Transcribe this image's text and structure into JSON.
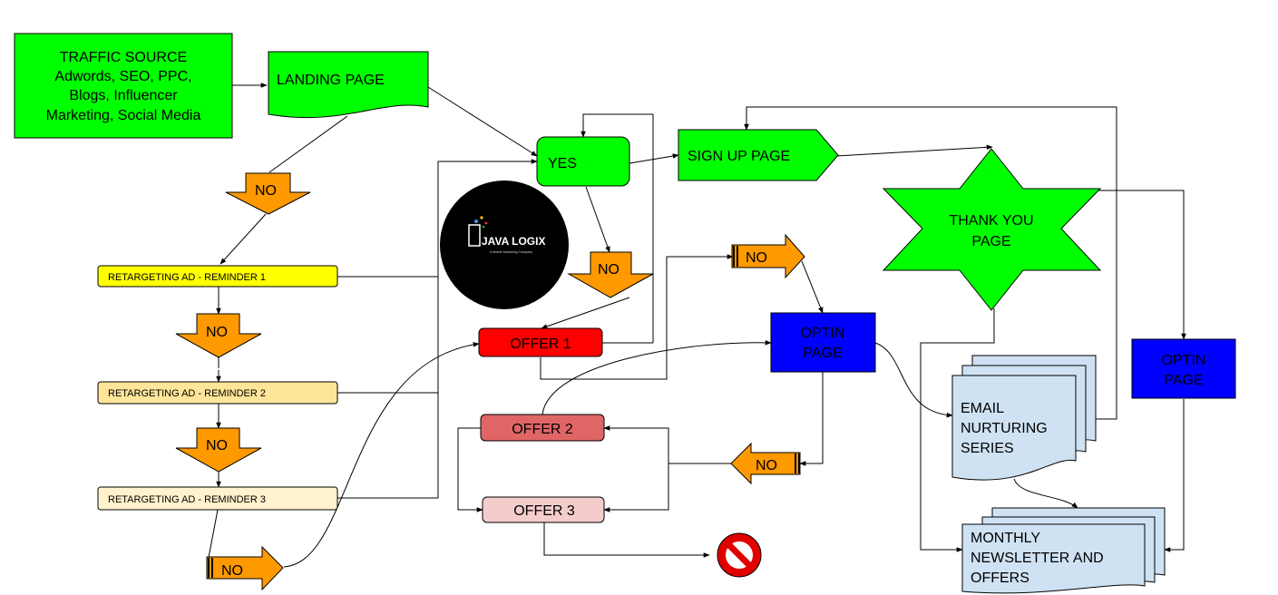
{
  "nodes": {
    "traffic_source": {
      "lines": [
        "TRAFFIC SOURCE",
        "Adwords, SEO, PPC,",
        "Blogs, Influencer",
        "Marketing, Social Media"
      ],
      "fill": "#00ff00"
    },
    "landing_page": {
      "label": "LANDING PAGE",
      "fill": "#00ff00"
    },
    "yes": {
      "label": "YES",
      "fill": "#00ff00"
    },
    "sign_up_page": {
      "label": "SIGN UP PAGE",
      "fill": "#00ff00"
    },
    "thank_you_page": {
      "lines": [
        "THANK YOU",
        "PAGE"
      ],
      "fill": "#00ff00"
    },
    "retargeting_1": {
      "label": "RETARGETING AD - REMINDER 1",
      "fill": "#ffff00"
    },
    "retargeting_2": {
      "label": "RETARGETING AD - REMINDER 2",
      "fill": "#ffe599"
    },
    "retargeting_3": {
      "label": "RETARGETING AD - REMINDER 3",
      "fill": "#fff2cc"
    },
    "offer_1": {
      "label": "OFFER 1",
      "fill": "#ff0000"
    },
    "offer_2": {
      "label": "OFFER 2",
      "fill": "#e06666"
    },
    "offer_3": {
      "label": "OFFER 3",
      "fill": "#f4cccc"
    },
    "optin_page_1": {
      "lines": [
        "OPTIN",
        "PAGE"
      ],
      "fill": "#0000ff"
    },
    "optin_page_2": {
      "lines": [
        "OPTIN",
        "PAGE"
      ],
      "fill": "#0000ff"
    },
    "email_nurturing": {
      "lines": [
        "EMAIL",
        "NURTURING",
        "SERIES"
      ],
      "fill": "#cfe2f3"
    },
    "monthly_newsletter": {
      "lines": [
        "MONTHLY",
        "NEWSLETTER AND",
        "OFFERS"
      ],
      "fill": "#cfe2f3"
    },
    "no_arrows": {
      "label": "NO",
      "fill": "#ff9900"
    }
  },
  "logo": {
    "brand": "JAVA LOGIX",
    "tagline": "A Mobile Marketing Company"
  }
}
